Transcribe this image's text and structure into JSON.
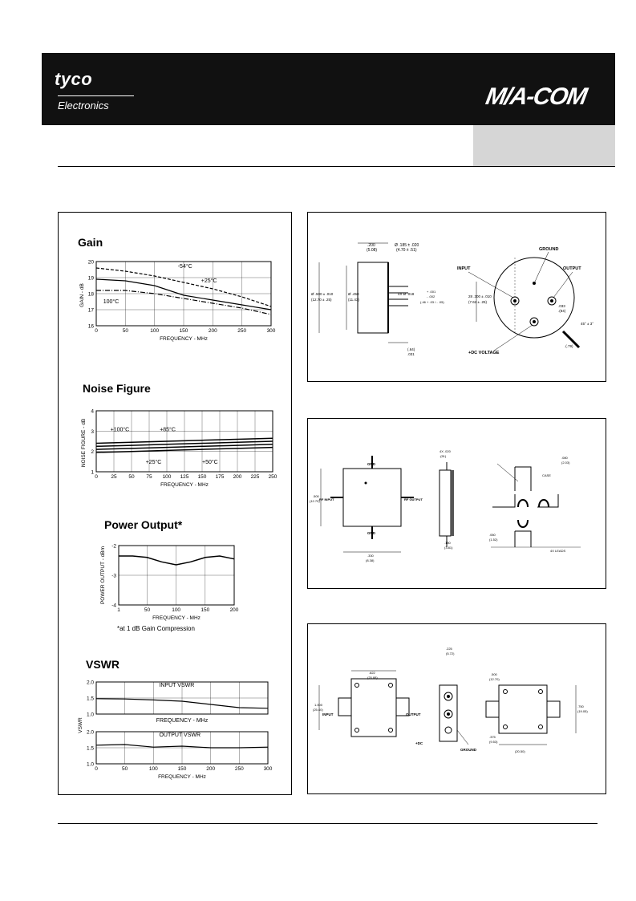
{
  "header": {
    "brand_left": "tyco",
    "brand_left_sub": "Electronics",
    "brand_right": "M/A-COM"
  },
  "charts": {
    "gain": {
      "title": "Gain",
      "ylabel": "GAIN - dB",
      "xlabel": "FREQUENCY - MHz",
      "x_ticks": [
        "0",
        "50",
        "100",
        "150",
        "200",
        "250",
        "300"
      ],
      "y_ticks": [
        "20",
        "19",
        "18",
        "17",
        "16"
      ],
      "labels": [
        "-54°C",
        "+25°C",
        "100°C"
      ]
    },
    "noise": {
      "title": "Noise Figure",
      "ylabel": "NOISE FIGURE - dB",
      "xlabel": "FREQUENCY - MHz",
      "x_ticks": [
        "0",
        "25",
        "50",
        "75",
        "100",
        "125",
        "150",
        "175",
        "200",
        "225",
        "250"
      ],
      "y_ticks": [
        "4",
        "3",
        "2",
        "1"
      ],
      "labels": [
        "+100°C",
        "+85°C",
        "+25°C",
        "+50°C"
      ]
    },
    "power": {
      "title": "Power Output*",
      "ylabel": "POWER OUTPUT - dBm",
      "xlabel": "FREQUENCY - MHz",
      "x_ticks": [
        "1",
        "50",
        "100",
        "150",
        "200"
      ],
      "y_ticks": [
        "-2",
        "-3",
        "-4"
      ],
      "footnote": "*at 1 dB Gain Compression"
    },
    "vswr": {
      "title": "VSWR",
      "ylabel": "VSWR",
      "xlabel_top": "FREQUENCY - MHz",
      "xlabel_bottom": "FREQUENCY - MHz",
      "y_ticks_top": [
        "2.0",
        "1.5",
        "1.0"
      ],
      "y_ticks_bottom": [
        "2.0",
        "1.5",
        "1.0"
      ],
      "x_ticks": [
        "0",
        "50",
        "100",
        "150",
        "200",
        "250",
        "300"
      ],
      "label_input": "INPUT VSWR",
      "label_output": "OUTPUT VSWR"
    }
  },
  "chart_data": [
    {
      "type": "line",
      "title": "Gain",
      "xlabel": "FREQUENCY - MHz",
      "ylabel": "GAIN - dB",
      "xlim": [
        0,
        300
      ],
      "ylim": [
        16,
        20
      ],
      "series": [
        {
          "name": "-54°C",
          "x": [
            0,
            50,
            100,
            150,
            200,
            250,
            300
          ],
          "y": [
            19.6,
            19.4,
            19.1,
            18.7,
            18.3,
            17.8,
            17.2
          ]
        },
        {
          "name": "+25°C",
          "x": [
            0,
            50,
            100,
            150,
            200,
            250,
            300
          ],
          "y": [
            18.9,
            18.8,
            18.5,
            17.9,
            17.6,
            17.3,
            17.0
          ]
        },
        {
          "name": "100°C",
          "x": [
            0,
            50,
            100,
            150,
            200,
            250,
            300
          ],
          "y": [
            18.2,
            18.2,
            18.0,
            17.7,
            17.4,
            17.1,
            16.7
          ]
        }
      ]
    },
    {
      "type": "line",
      "title": "Noise Figure",
      "xlabel": "FREQUENCY - MHz",
      "ylabel": "NOISE FIGURE - dB",
      "xlim": [
        0,
        250
      ],
      "ylim": [
        1,
        4
      ],
      "series": [
        {
          "name": "+100°C",
          "x": [
            0,
            50,
            100,
            150,
            200,
            250
          ],
          "y": [
            2.4,
            2.45,
            2.5,
            2.55,
            2.6,
            2.65
          ]
        },
        {
          "name": "+85°C",
          "x": [
            0,
            50,
            100,
            150,
            200,
            250
          ],
          "y": [
            2.25,
            2.3,
            2.35,
            2.4,
            2.45,
            2.5
          ]
        },
        {
          "name": "+50°C",
          "x": [
            0,
            50,
            100,
            150,
            200,
            250
          ],
          "y": [
            2.1,
            2.15,
            2.2,
            2.25,
            2.3,
            2.35
          ]
        },
        {
          "name": "+25°C",
          "x": [
            0,
            50,
            100,
            150,
            200,
            250
          ],
          "y": [
            1.95,
            2.0,
            2.05,
            2.1,
            2.15,
            2.2
          ]
        }
      ]
    },
    {
      "type": "line",
      "title": "Power Output*",
      "xlabel": "FREQUENCY - MHz",
      "ylabel": "POWER OUTPUT - dBm",
      "xlim": [
        1,
        200
      ],
      "ylim": [
        -4,
        -2
      ],
      "series": [
        {
          "x": [
            1,
            25,
            50,
            75,
            100,
            125,
            150,
            175,
            200
          ],
          "y": [
            -2.35,
            -2.35,
            -2.4,
            -2.55,
            -2.65,
            -2.55,
            -2.4,
            -2.35,
            -2.45
          ]
        }
      ]
    },
    {
      "type": "line",
      "title": "VSWR",
      "xlabel": "FREQUENCY - MHz",
      "ylabel": "VSWR",
      "xlim": [
        0,
        300
      ],
      "ylim": [
        1.0,
        2.0
      ],
      "series": [
        {
          "name": "INPUT VSWR",
          "x": [
            0,
            50,
            100,
            150,
            200,
            250,
            300
          ],
          "y": [
            1.48,
            1.47,
            1.44,
            1.4,
            1.3,
            1.2,
            1.18
          ]
        }
      ]
    },
    {
      "type": "line",
      "title": "VSWR",
      "xlabel": "FREQUENCY - MHz",
      "ylabel": "VSWR",
      "xlim": [
        0,
        300
      ],
      "ylim": [
        1.0,
        2.0
      ],
      "series": [
        {
          "name": "OUTPUT VSWR",
          "x": [
            0,
            50,
            100,
            150,
            200,
            250,
            300
          ],
          "y": [
            1.58,
            1.6,
            1.52,
            1.55,
            1.5,
            1.5,
            1.52
          ]
        }
      ]
    }
  ],
  "drawings": {
    "to_can": {
      "labels": [
        "GROUND",
        "INPUT",
        "OUTPUT",
        "+DC VOLTAGE"
      ],
      "dims": [
        ".200",
        "(5.08)",
        "Ø .185 ± .020",
        "(4.70 ± .51)",
        "Ø .500 ± .010",
        "(12.70 ± .25)",
        "Ø .450",
        "(11.43)",
        "4X Ø .018",
        "+ .001",
        "- .002",
        "(.46 + .03 / - .05)",
        "28 .300 ± .010",
        "(7.62 ± .25)",
        ".033",
        ".(84)",
        "45° ± 3°",
        ".025",
        "(.64)",
        ".031",
        ".(.79)"
      ]
    },
    "flatpack": {
      "labels": [
        "RF INPUT",
        "RF OUTPUT",
        "GND",
        "GND",
        "CASE",
        "4X LEADS"
      ],
      "dims": [
        "4X .020",
        ".(51)",
        ".500",
        "(12.70)",
        ".150",
        "(3.81)",
        ".080",
        "(2.03)",
        ".330",
        "(8.38)",
        ".060",
        "(1.52)"
      ]
    },
    "connectorized": {
      "labels": [
        "INPUT",
        "OUTPUT",
        "+DC",
        "GROUND"
      ],
      "dims": [
        ".822",
        "(20.88)",
        "1.000",
        "(25.40)",
        ".225",
        "(5.72)",
        ".375",
        "(9.53)",
        ".750",
        "(19.05)",
        "(20.50)",
        ".500",
        "(12.70)"
      ]
    }
  }
}
